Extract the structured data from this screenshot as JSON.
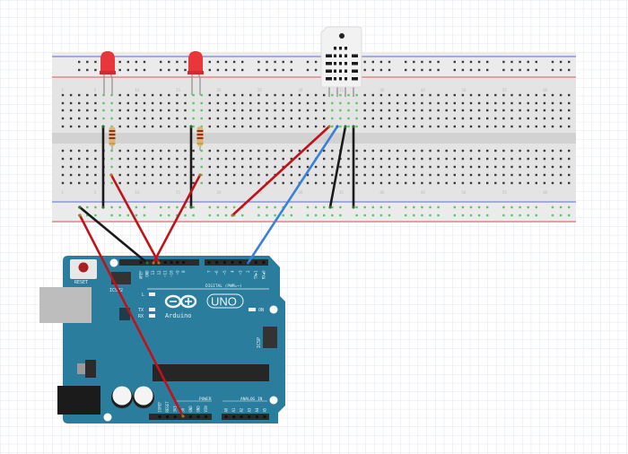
{
  "colors": {
    "board": "#2a7d9d",
    "wire_red": "#c1121a",
    "wire_black": "#1a1a1a",
    "wire_blue": "#3b82d6",
    "rail_red": "#e05050",
    "rail_blue": "#5a6ad0",
    "breadboard": "#e6e6e6",
    "connected_hole": "#5ec46a"
  },
  "arduino": {
    "reset_label": "RESET",
    "icsp2_label": "ICSP2",
    "digital_label": "DIGITAL (PWM=~)",
    "digital_pins": [
      "AREF",
      "GND",
      "13",
      "12",
      "~11",
      "~10",
      "~9",
      "8",
      "7",
      "~6",
      "~5",
      "4",
      "~3",
      "2",
      "TX▶1",
      "RX◀0"
    ],
    "led_l": "L",
    "led_tx": "TX",
    "led_rx": "RX",
    "brand": "Arduino",
    "model": "UNO",
    "on_label": "ON",
    "icsp_label": "ICSP",
    "power_label": "POWER",
    "power_pins": [
      "IOREF",
      "RESET",
      "3V3",
      "5V",
      "GND",
      "GND",
      "VIN"
    ],
    "analog_label": "ANALOG IN",
    "analog_pins": [
      "A0",
      "A1",
      "A2",
      "A3",
      "A4",
      "A5"
    ]
  },
  "breadboard": {
    "column_numbers": [
      "1",
      "5",
      "10",
      "15",
      "20",
      "25",
      "30",
      "35",
      "40",
      "45",
      "50",
      "55",
      "60"
    ]
  },
  "components": {
    "leds": [
      "red-led-1",
      "red-led-2"
    ],
    "resistors": [
      "resistor-1",
      "resistor-2"
    ],
    "sensor": "dht22-sensor"
  }
}
